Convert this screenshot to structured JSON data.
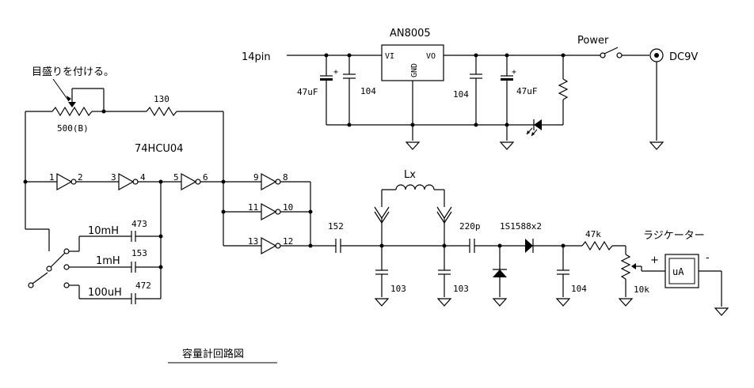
{
  "title": "容量計回路図",
  "note_scale": "目盛りを付ける。",
  "input_pin": "14pin",
  "regulator": {
    "part": "AN8005",
    "vi": "VI",
    "vo": "VO",
    "gnd": "GND"
  },
  "power_switch": "Power",
  "dc_jack": "DC9V",
  "caps_power": {
    "c_in_elec": "47uF",
    "c_in": "104",
    "c_out": "104",
    "c_out_elec": "47uF"
  },
  "vr_range": "500(B)",
  "r_series": "130",
  "ic": "74HCU04",
  "pins": {
    "g1_in": "1",
    "g1_out": "2",
    "g2_in": "3",
    "g2_out": "4",
    "g3_in": "5",
    "g3_out": "6",
    "g4_in": "9",
    "g4_out": "8",
    "g5_in": "11",
    "g5_out": "10",
    "g6_in": "13",
    "g6_out": "12"
  },
  "ranges": [
    {
      "label": "10mH",
      "cap": "473"
    },
    {
      "label": "1mH",
      "cap": "153"
    },
    {
      "label": "100uH",
      "cap": "472"
    }
  ],
  "coupling_cap": "152",
  "inductor": "Lx",
  "cap_103_a": "103",
  "cap_103_b": "103",
  "cap_220p": "220p",
  "diodes": "1S1588x2",
  "r_47k": "47k",
  "cap_104_out": "104",
  "vr_10k": "10k",
  "meter": {
    "title": "ラジケーター",
    "unit": "uA",
    "plus": "+",
    "minus": "-"
  }
}
